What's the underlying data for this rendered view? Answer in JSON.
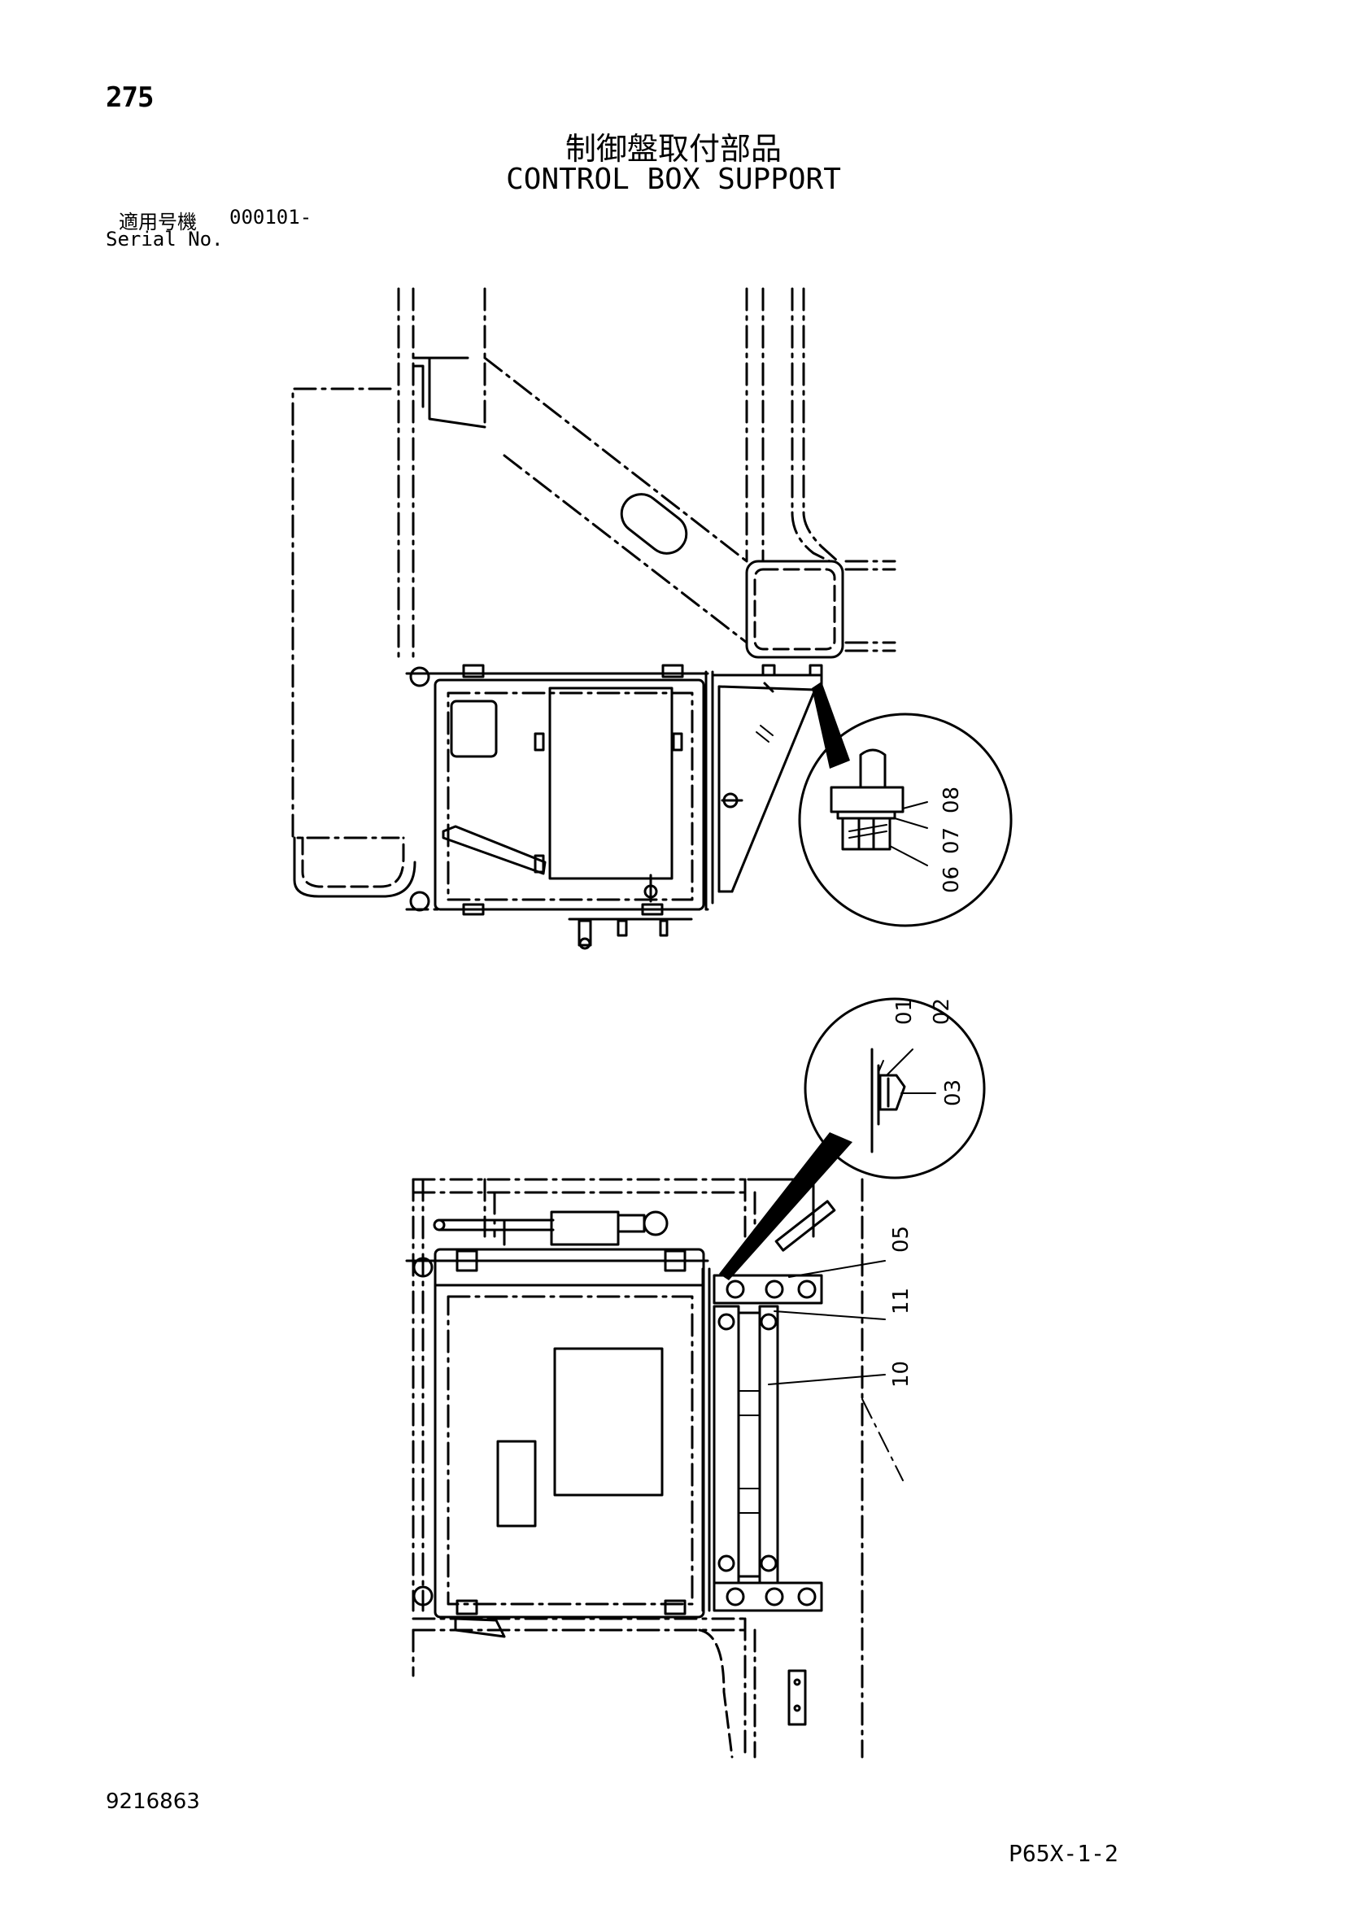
{
  "page": {
    "number": "275",
    "title_jp": "制御盤取付部品",
    "title_en": "CONTROL BOX SUPPORT",
    "serial_label_jp": "適用号機",
    "serial_value": "000101-",
    "serial_label_en": "Serial No.",
    "drawing_code": "9216863",
    "sheet_code": "P65X-1-2"
  },
  "callouts": {
    "c01": "01",
    "c02": "02",
    "c03": "03",
    "c05": "05",
    "c06": "06",
    "c07": "07",
    "c08": "08",
    "c10": "10",
    "c11": "11"
  },
  "colors": {
    "line": "#000000",
    "background": "#ffffff"
  }
}
